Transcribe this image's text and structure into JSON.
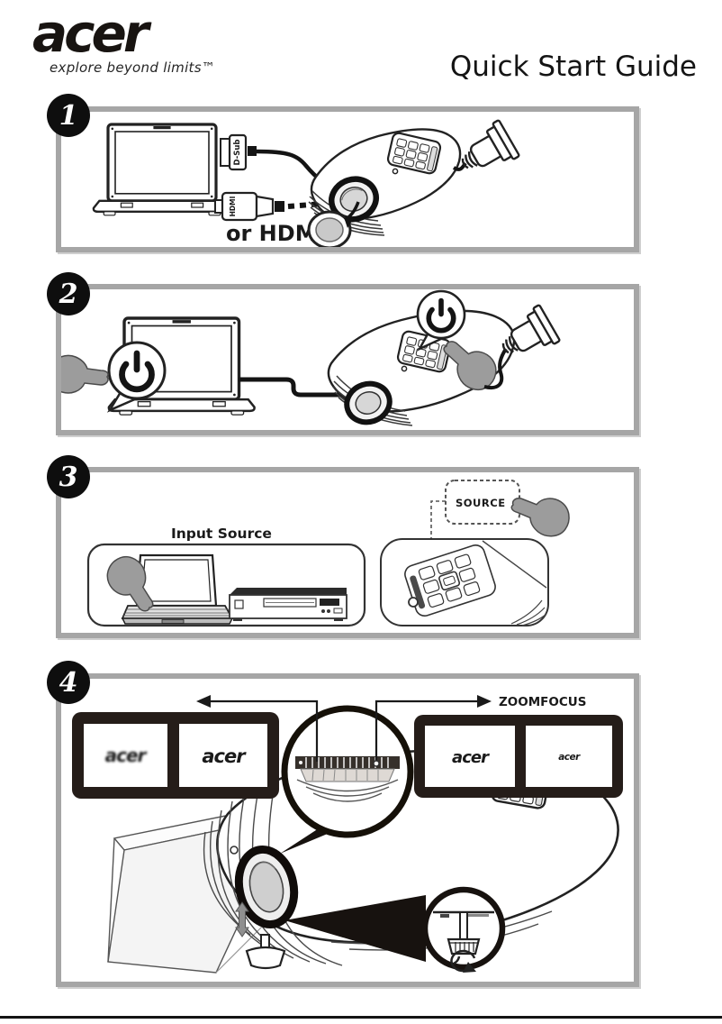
{
  "header": {
    "logo": "acer",
    "tagline": "explore beyond limits™",
    "title": "Quick Start Guide"
  },
  "steps": {
    "s1": {
      "number": "1",
      "dsub": "D-Sub",
      "hdmi": "HDMI",
      "or_hdmi": "or HDMI"
    },
    "s2": {
      "number": "2"
    },
    "s3": {
      "number": "3",
      "input_source": "Input Source",
      "source": "SOURCE"
    },
    "s4": {
      "number": "4",
      "zoomfocus": "ZOOMFOCUS",
      "acer_blur": "acer",
      "acer_focus": "acer",
      "acer_large": "acer",
      "acer_small": "acer"
    }
  },
  "colors": {
    "border": "#a6a6a6",
    "ink": "#1a1a1a",
    "hand": "#9c9c9c",
    "badge": "#0e0e0e"
  }
}
